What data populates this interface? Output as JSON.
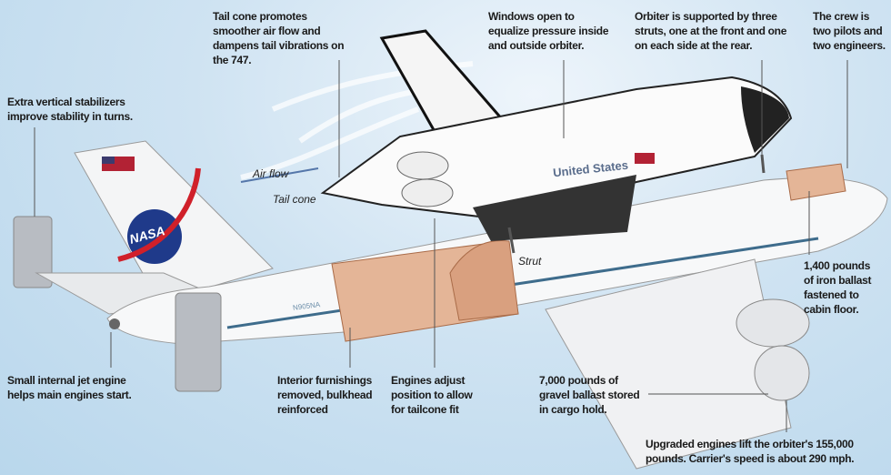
{
  "callouts": {
    "tail_cone": [
      "Tail cone promotes",
      "smoother air flow and",
      "dampens tail vibrations on",
      "the 747."
    ],
    "windows": [
      "Windows open to",
      "equalize pressure inside",
      "and outside orbiter."
    ],
    "struts": [
      "Orbiter is supported by three",
      "struts, one at the front and one",
      "on each side at the rear."
    ],
    "crew": [
      "The crew is",
      "two pilots and",
      "two engineers."
    ],
    "stabilizers": [
      "Extra vertical stabilizers",
      "improve stability in turns."
    ],
    "iron_ballast": [
      "1,400 pounds",
      "of iron ballast",
      "fastened to",
      "cabin floor."
    ],
    "jet_engine": [
      "Small internal jet engine",
      "helps main engines start."
    ],
    "furnishings": [
      "Interior furnishings",
      "removed, bulkhead",
      "reinforced"
    ],
    "engines_adjust": [
      "Engines adjust",
      "position to allow",
      "for tailcone fit"
    ],
    "gravel": [
      "7,000 pounds of",
      "gravel ballast stored",
      "in cargo hold."
    ],
    "upgraded": [
      "Upgraded engines lift the orbiter's 155,000",
      "pounds. Carrier's speed is about 290 mph."
    ]
  },
  "inline_labels": {
    "air_flow": "Air flow",
    "tail_cone": "Tail cone",
    "strut": "Strut",
    "united_states": "United States",
    "nasa": "NASA",
    "registration": "N905NA"
  },
  "colors": {
    "sky": "#cfe3f2",
    "nasa_red": "#d0202a",
    "interior": "#d9a07f"
  }
}
